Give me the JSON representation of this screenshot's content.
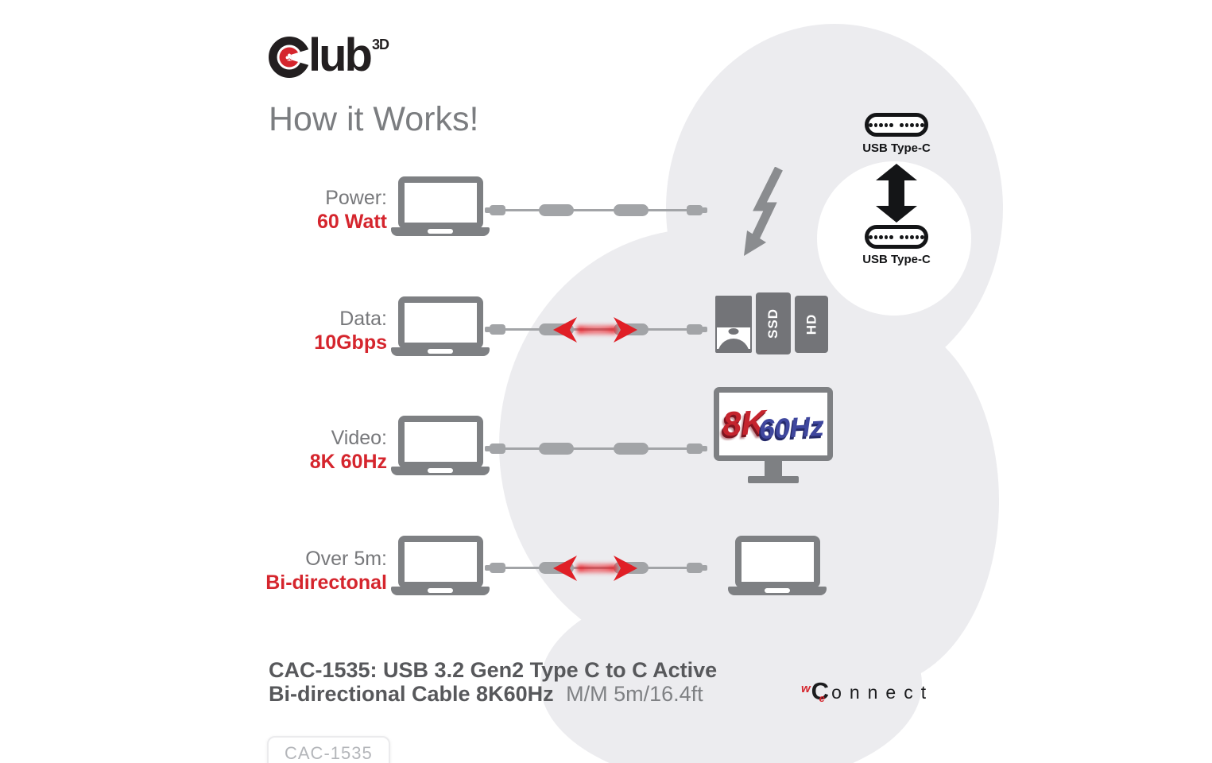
{
  "brand": {
    "name": "Club3D",
    "name_rest": "lub",
    "sup": "3D",
    "club_symbol": "♣"
  },
  "title": "How it Works!",
  "rows": [
    {
      "label": "Power:",
      "value": "60 Watt"
    },
    {
      "label": "Data:",
      "value": "10Gbps"
    },
    {
      "label": "Video:",
      "value": "8K 60Hz"
    },
    {
      "label": "Over 5m:",
      "value": "Bi-directonal"
    }
  ],
  "usb_type_c": {
    "label_top": "USB Type-C",
    "label_bottom": "USB Type-C"
  },
  "drives": {
    "ssd": "SSD",
    "hd": "HD"
  },
  "monitor": {
    "resolution": "8K",
    "refresh": "60Hz"
  },
  "footer": {
    "line1": "CAC-1535: USB 3.2 Gen2 Type C to C Active",
    "line2_bold": "Bi-directional Cable 8K60Hz",
    "line2_regular": "M/M 5m/16.4ft",
    "badge": "CAC-1535"
  },
  "weconnect": {
    "w": "w",
    "c": "C",
    "e": "e",
    "rest": "onnect"
  },
  "colors": {
    "red": "#d5252d",
    "gray_text": "#77787b",
    "device_gray": "#7e8083",
    "cable_gray": "#a2a4a7",
    "watermark_gray": "#ececef",
    "black": "#141517",
    "blue_60hz": "#3f479e",
    "red_8k": "#c5242e"
  }
}
